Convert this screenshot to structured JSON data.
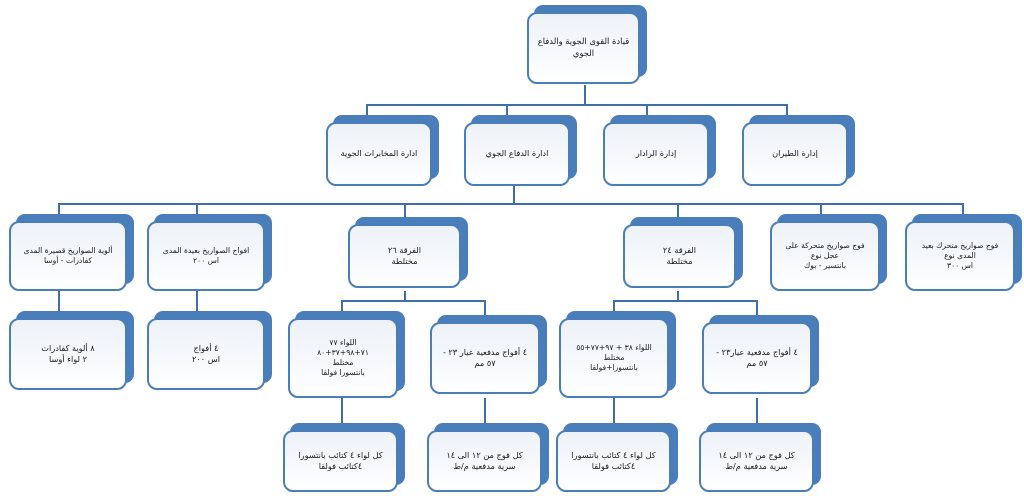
{
  "chart": {
    "title": "قيادة القوى الجوية والدفاع الجوي",
    "type": "organizational-chart",
    "language": "ar",
    "direction": "rtl",
    "colors": {
      "box_border": "#4a7ebb",
      "box_shadow": "#4a7ebb",
      "box_fill": "#f2f5fa",
      "connector": "#3f6fab",
      "text": "#17181a"
    },
    "levels": 5
  },
  "nodes": {
    "root": {
      "label": "قيادة القوى الجوية والدفاع الجوي"
    },
    "level2": [
      {
        "label": "ادارة المخابرات الجوية"
      },
      {
        "label": "ادارة الدفاع الجوي"
      },
      {
        "label": "إدارة الرادار"
      },
      {
        "label": "إدارة الطيران"
      }
    ],
    "level3": [
      {
        "label": "ألوية الصواريخ قصيرة المدى\nكفادرات - أوسا"
      },
      {
        "label": "افواج الصواريخ بعيدة المدى\nاس ٢٠٠"
      },
      {
        "label": "الفرقة ٢٦\nمختلطة"
      },
      {
        "label": "الفرقة ٢٤\nمختلطة"
      },
      {
        "label": "فوج صواريخ متحركة على عجل نوع\nبانتسير - بوك"
      },
      {
        "label": "فوج صواريخ متحرك بعيد المدى نوع\nاس ٣٠٠"
      }
    ],
    "level4": [
      {
        "label": "٨ ألوية كفادرات\n٢ لواء أوسا"
      },
      {
        "label": "٤ أفواج\nاس ٢٠٠"
      },
      {
        "label": "اللواء ٧٧\n٧١+٩٨+٣٧+٨٠\nمختلط\nبانتسورا فولقا"
      },
      {
        "label": "٤ أفواج مدفعية عيار ٢٣ -\n٥٧ مم"
      },
      {
        "label": "اللواء ٣٨ + ٩٧+٧٧+٥٥\nمختلط\nبانتسورا+فولقا"
      },
      {
        "label": "٤ أفواج مدفعية عيار٢٣ -\n٥٧ مم"
      }
    ],
    "level5": [
      {
        "label": "كل لواء ٤ كتائب بانتسورا\n٤كتائب فولقا"
      },
      {
        "label": "كل فوج من ١٢ الى ١٤\nسرية  مدفعية م/ط"
      },
      {
        "label": "كل لواء ٤ كتائب بانتسورا\n٤كتائب فولقا"
      },
      {
        "label": "كل فوج من ١٢ الى ١٤\nسرية مدفعية م/ط"
      }
    ]
  }
}
